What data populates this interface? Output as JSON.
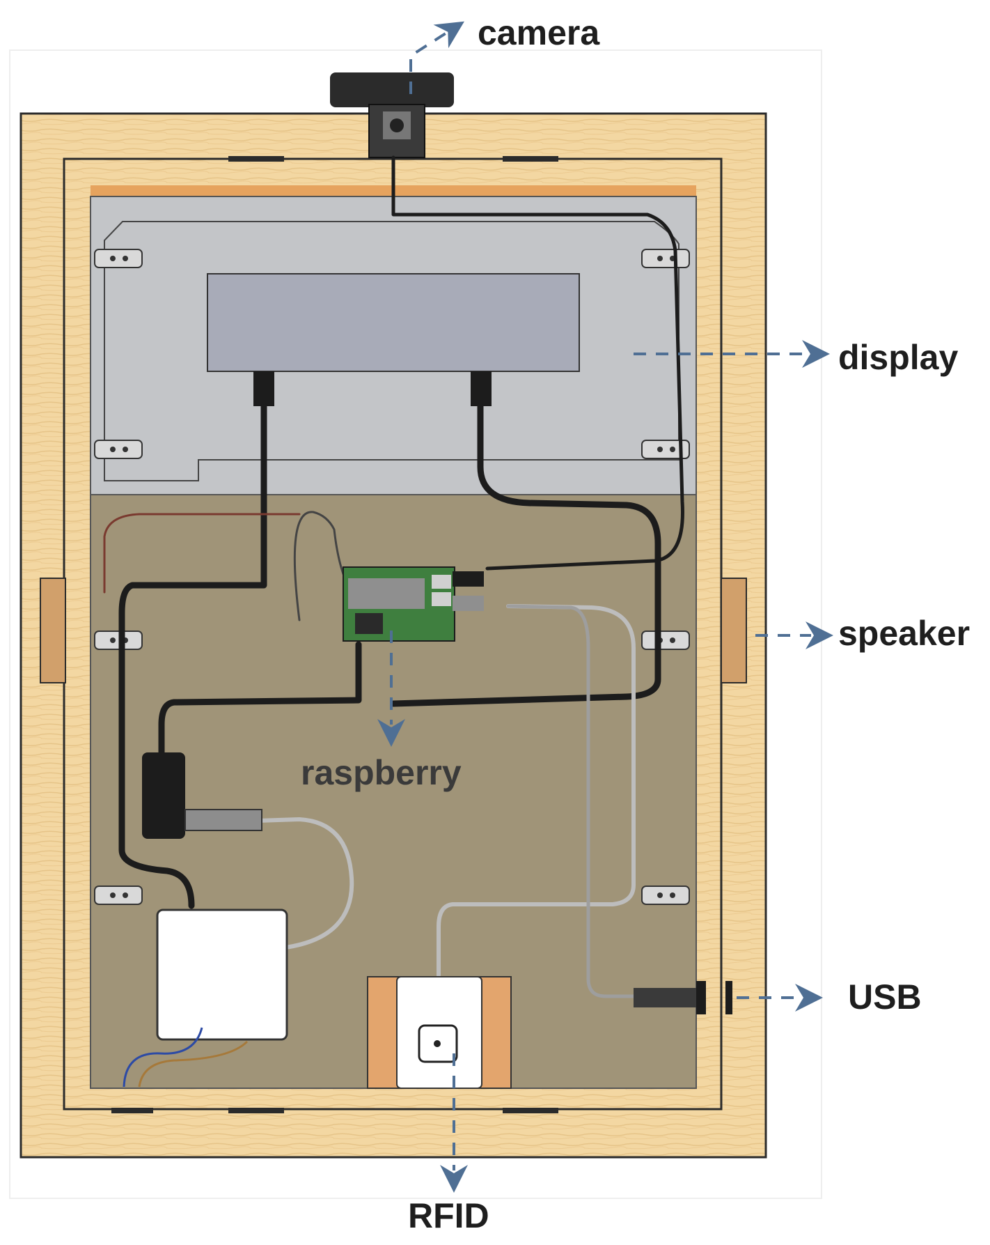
{
  "labels": {
    "camera": "camera",
    "display": "display",
    "speaker": "speaker",
    "raspberry": "raspberry",
    "usb": "USB",
    "rfid": "RFID"
  },
  "colors": {
    "wood": "#f2d49b",
    "wood_edge": "#2b2b2b",
    "inner_panel": "#a09478",
    "display_plate": "#c3c5c8",
    "display_screen": "#a8abb8",
    "callout_arrow": "#4f6f94",
    "cable": "#1c1c1c",
    "grey_cable": "#bdbdbd",
    "board_green": "#3f7f3f"
  }
}
